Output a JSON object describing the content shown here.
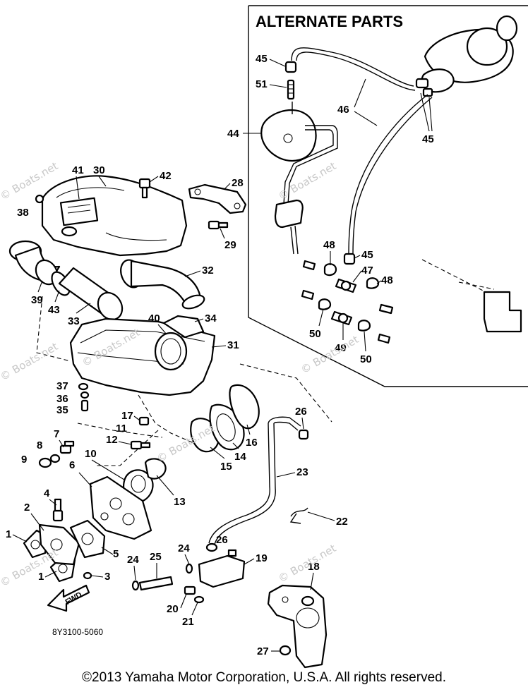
{
  "alternate_parts_title": "ALTERNATE PARTS",
  "diagram_code": "8Y3100-5060",
  "fwd_label": "FWD",
  "watermarks": [
    "© Boats.net",
    "© Boats.net",
    "© Boats.net",
    "© Boats.net",
    "© Boats.net",
    "© Boats.net",
    "© Boats.net",
    "© Boats.net"
  ],
  "copyright": "©2013 Yamaha Motor Corporation, U.S.A. All rights reserved.",
  "callouts": {
    "c1a": "1",
    "c1b": "1",
    "c2": "2",
    "c3": "3",
    "c4": "4",
    "c5": "5",
    "c6": "6",
    "c7": "7",
    "c8": "8",
    "c9": "9",
    "c10": "10",
    "c11": "11",
    "c12": "12",
    "c13": "13",
    "c14": "14",
    "c15": "15",
    "c16": "16",
    "c17": "17",
    "c18": "18",
    "c19": "19",
    "c20": "20",
    "c21": "21",
    "c22": "22",
    "c23": "23",
    "c24a": "24",
    "c24b": "24",
    "c25": "25",
    "c26a": "26",
    "c26b": "26",
    "c27": "27",
    "c28": "28",
    "c29": "29",
    "c30": "30",
    "c31": "31",
    "c32": "32",
    "c33": "33",
    "c34": "34",
    "c35": "35",
    "c36": "36",
    "c37": "37",
    "c38": "38",
    "c39": "39",
    "c40": "40",
    "c41": "41",
    "c42": "42",
    "c43": "43",
    "c44": "44",
    "c45a": "45",
    "c45b": "45",
    "c45c": "45",
    "c46": "46",
    "c47": "47",
    "c48a": "48",
    "c48b": "48",
    "c49": "49",
    "c50a": "50",
    "c50b": "50",
    "c51": "51"
  }
}
